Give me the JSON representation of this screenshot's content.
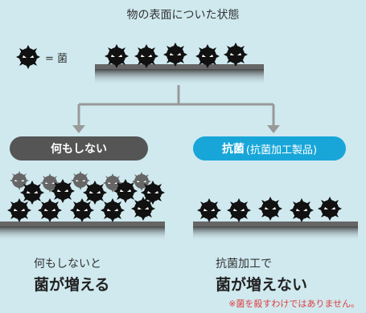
{
  "title": "物の表面についた状態",
  "legend": {
    "text": "= 菌",
    "icon": "bacteria-icon"
  },
  "colors": {
    "background": "#cfe9ef",
    "surface": "#555555",
    "arrow": "#999999",
    "pill_left": "#555555",
    "pill_right": "#18a6d9",
    "note": "#e03b3b"
  },
  "branches": {
    "left": {
      "label": "何もしない",
      "caption_line1": "何もしないと",
      "caption_line2": "菌が増える"
    },
    "right": {
      "label": "抗菌",
      "label_sub": "(抗菌加工製品)",
      "caption_line1": "抗菌加工で",
      "caption_line2": "菌が増えない"
    }
  },
  "note": "※菌を殺すわけではありません。"
}
